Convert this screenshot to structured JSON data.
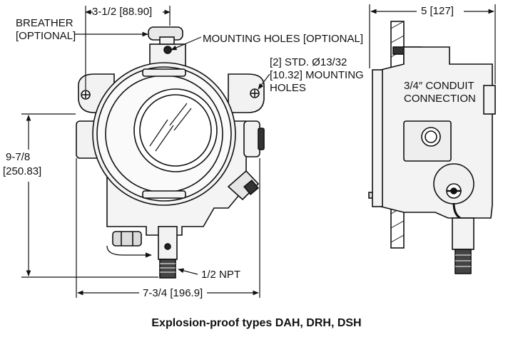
{
  "labels": {
    "breather": "BREATHER",
    "breather_optional": "[OPTIONAL]",
    "width_top": "3-1/2 [88.90]",
    "mounting_holes_optional": "MOUNTING HOLES [OPTIONAL]",
    "std_holes_line1": "[2] STD. Ø13/32",
    "std_holes_line2": "[10.32] MOUNTING",
    "std_holes_line3": "HOLES",
    "height_line1": "9-7/8",
    "height_line2": "[250.83]",
    "npt": "1/2 NPT",
    "width_bottom": "7-3/4 [196.9]",
    "depth_top": "5 [127]",
    "conduit_line1": "3/4″ CONDUIT",
    "conduit_line2": "CONNECTION"
  },
  "caption": "Explosion-proof types DAH, DRH, DSH",
  "colors": {
    "stroke": "#111111",
    "fill_light": "#f2f2f2",
    "fill_mid": "#d9d9d9",
    "fill_dark": "#333333"
  }
}
